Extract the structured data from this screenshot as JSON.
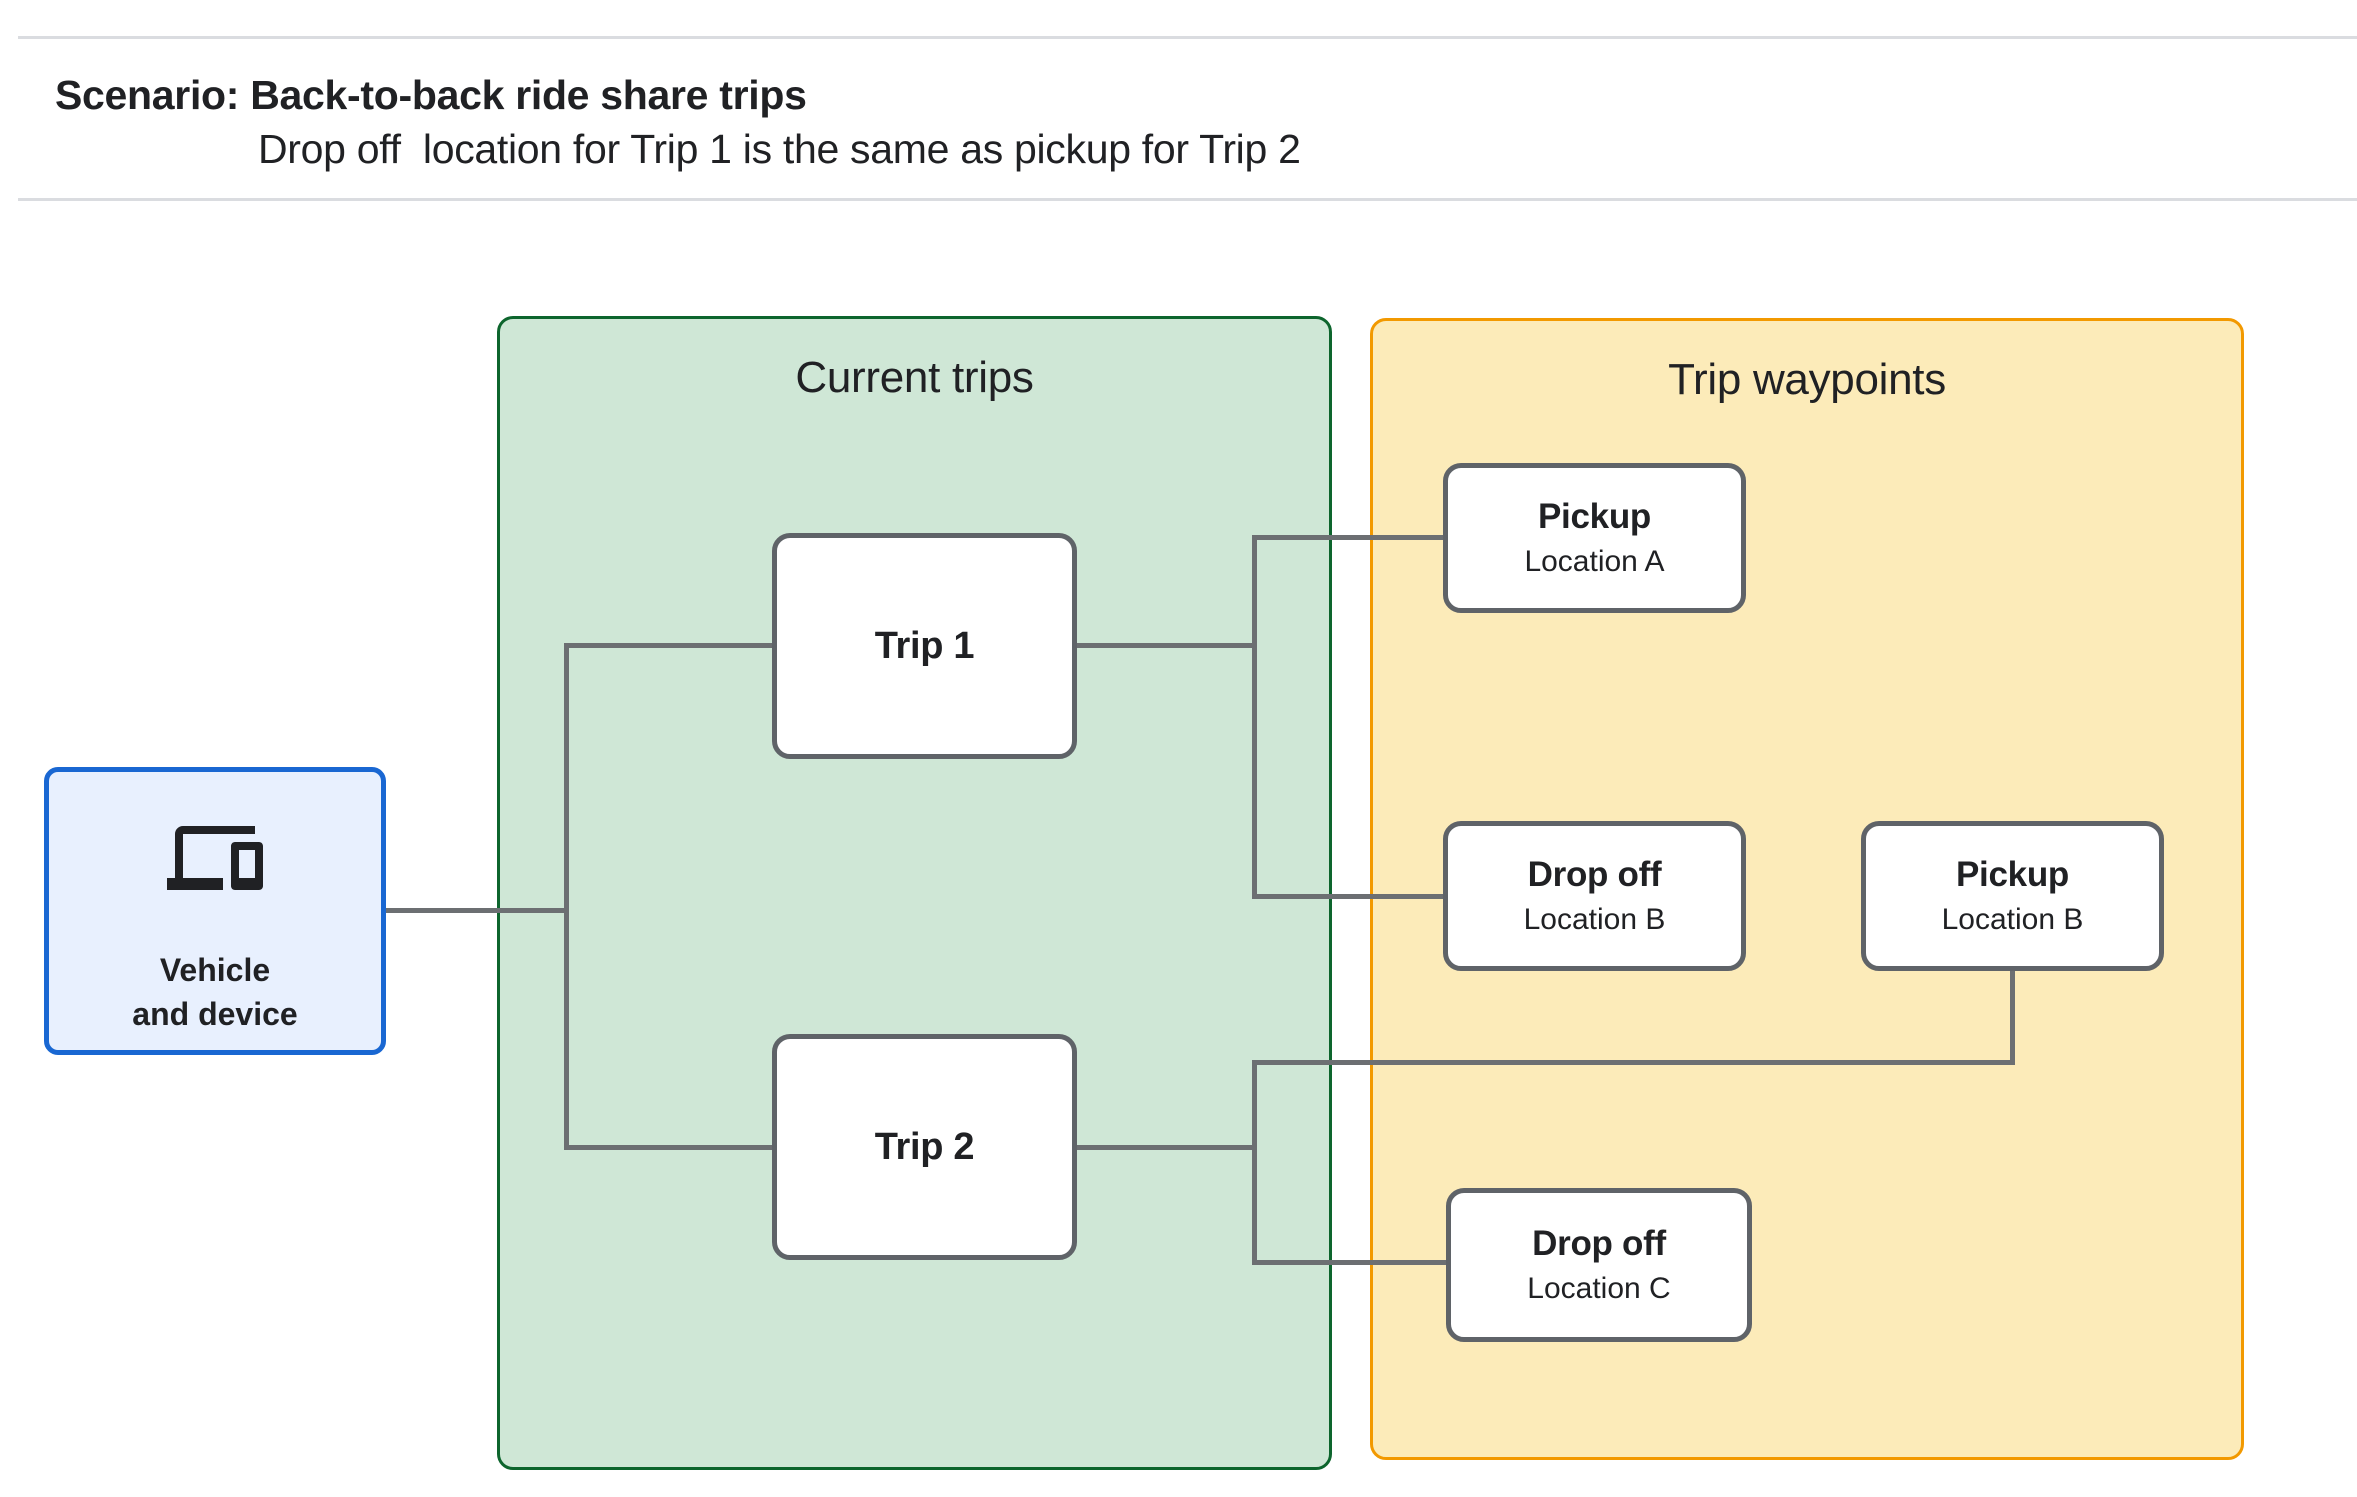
{
  "header": {
    "title": "Scenario: Back-to-back ride share trips",
    "subtitle": "Drop off  location for Trip 1 is the same as pickup for Trip 2"
  },
  "vehicle": {
    "icon": "devices-icon",
    "label": "Vehicle\nand device"
  },
  "current_trips_panel": {
    "title": "Current trips",
    "trips": [
      {
        "label": "Trip 1"
      },
      {
        "label": "Trip 2"
      }
    ]
  },
  "trip_waypoints_panel": {
    "title": "Trip waypoints",
    "waypoints": [
      {
        "title": "Pickup",
        "subtitle": "Location A"
      },
      {
        "title": "Drop off",
        "subtitle": "Location B"
      },
      {
        "title": "Pickup",
        "subtitle": "Location B"
      },
      {
        "title": "Drop off",
        "subtitle": "Location C"
      }
    ]
  },
  "colors": {
    "vehicle_fill": "#E8F0FE",
    "vehicle_border": "#1967D2",
    "current_trips_fill": "#CFE7D6",
    "current_trips_border": "#0D652D",
    "trip_waypoints_fill": "#FCEBB9",
    "trip_waypoints_border": "#F29900",
    "node_border": "#5F6368",
    "connector": "#6C6F72",
    "divider": "#DADCE0",
    "text": "#202124"
  }
}
